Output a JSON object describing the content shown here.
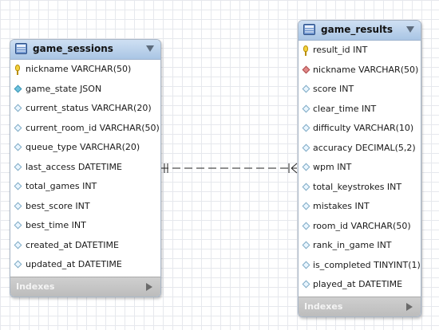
{
  "tables": {
    "game_sessions": {
      "title": "game_sessions",
      "columns": [
        {
          "label": "nickname VARCHAR(50)",
          "icon": "key-icon"
        },
        {
          "label": "game_state JSON",
          "icon": "diamond-filled-icon"
        },
        {
          "label": "current_status VARCHAR(20)",
          "icon": "diamond-hollow-icon"
        },
        {
          "label": "current_room_id VARCHAR(50)",
          "icon": "diamond-hollow-icon"
        },
        {
          "label": "queue_type VARCHAR(20)",
          "icon": "diamond-hollow-icon"
        },
        {
          "label": "last_access DATETIME",
          "icon": "diamond-hollow-icon"
        },
        {
          "label": "total_games INT",
          "icon": "diamond-hollow-icon"
        },
        {
          "label": "best_score INT",
          "icon": "diamond-hollow-icon"
        },
        {
          "label": "best_time INT",
          "icon": "diamond-hollow-icon"
        },
        {
          "label": "created_at DATETIME",
          "icon": "diamond-hollow-icon"
        },
        {
          "label": "updated_at DATETIME",
          "icon": "diamond-hollow-icon"
        }
      ],
      "indexes_label": "Indexes"
    },
    "game_results": {
      "title": "game_results",
      "columns": [
        {
          "label": "result_id INT",
          "icon": "key-icon"
        },
        {
          "label": "nickname VARCHAR(50)",
          "icon": "diamond-red-icon"
        },
        {
          "label": "score INT",
          "icon": "diamond-hollow-icon"
        },
        {
          "label": "clear_time INT",
          "icon": "diamond-hollow-icon"
        },
        {
          "label": "difficulty VARCHAR(10)",
          "icon": "diamond-hollow-icon"
        },
        {
          "label": "accuracy DECIMAL(5,2)",
          "icon": "diamond-hollow-icon"
        },
        {
          "label": "wpm INT",
          "icon": "diamond-hollow-icon"
        },
        {
          "label": "total_keystrokes INT",
          "icon": "diamond-hollow-icon"
        },
        {
          "label": "mistakes INT",
          "icon": "diamond-hollow-icon"
        },
        {
          "label": "room_id VARCHAR(50)",
          "icon": "diamond-hollow-icon"
        },
        {
          "label": "rank_in_game INT",
          "icon": "diamond-hollow-icon"
        },
        {
          "label": "is_completed TINYINT(1)",
          "icon": "diamond-hollow-icon"
        },
        {
          "label": "played_at DATETIME",
          "icon": "diamond-hollow-icon"
        }
      ],
      "indexes_label": "Indexes"
    }
  },
  "relationship": {
    "from": "game_sessions",
    "to": "game_results",
    "style": "dashed",
    "from_end": "one-and-only-one",
    "to_end": "zero-or-many"
  },
  "colors": {
    "header": "#a9c5e4",
    "indexes_bar": "#bcbcbc",
    "grid": "#e6e8ed",
    "relationship_line": "#222222"
  }
}
